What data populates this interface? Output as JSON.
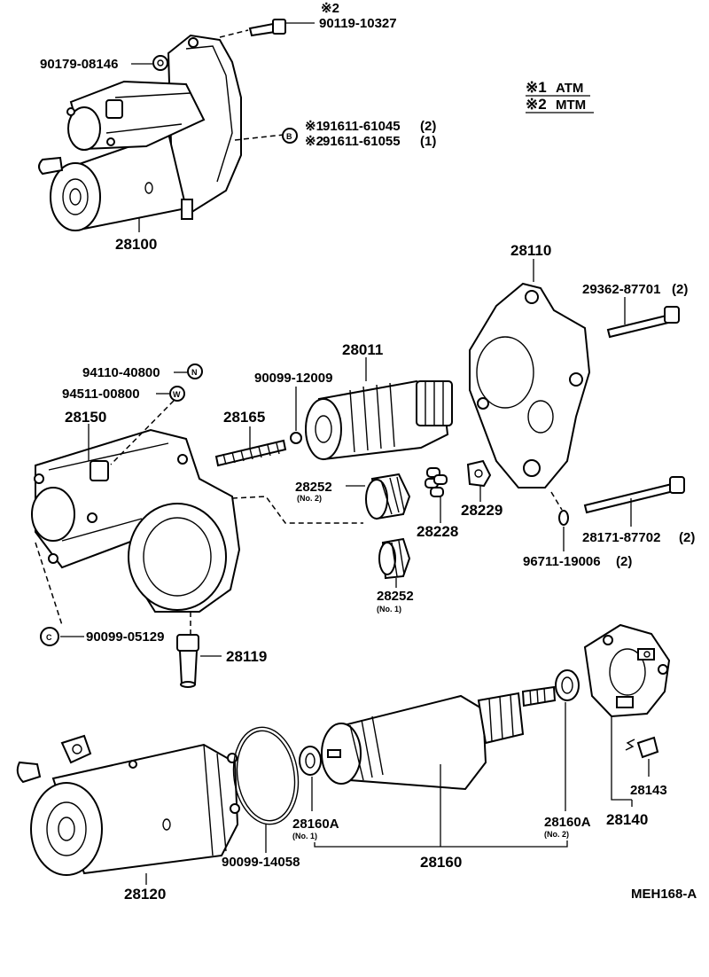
{
  "legend": {
    "items": [
      {
        "mark": "※1",
        "label": "ATM"
      },
      {
        "mark": "※2",
        "label": "MTM"
      }
    ]
  },
  "parts": {
    "p_90119": {
      "mark": "※2",
      "number": "90119-10327"
    },
    "p_90179": {
      "number": "90179-08146"
    },
    "p_91611_1": {
      "mark": "※1",
      "number": "91611-61045",
      "qty": "(2)"
    },
    "p_91611_2": {
      "mark": "※2",
      "number": "91611-61055",
      "qty": "(1)"
    },
    "p_28100": {
      "number": "28100"
    },
    "p_28110": {
      "number": "28110"
    },
    "p_29362": {
      "number": "29362-87701",
      "qty": "(2)"
    },
    "p_28011": {
      "number": "28011"
    },
    "p_94110": {
      "number": "94110-40800"
    },
    "p_94511": {
      "number": "94511-00800"
    },
    "p_90099_12009": {
      "number": "90099-12009"
    },
    "p_28150": {
      "number": "28150"
    },
    "p_28165": {
      "number": "28165"
    },
    "p_28252_2": {
      "number": "28252",
      "note": "(No. 2)"
    },
    "p_28229": {
      "number": "28229"
    },
    "p_28228": {
      "number": "28228"
    },
    "p_28171": {
      "number": "28171-87702",
      "qty": "(2)"
    },
    "p_96711": {
      "number": "96711-19006",
      "qty": "(2)"
    },
    "p_28252_1": {
      "number": "28252",
      "note": "(No. 1)"
    },
    "p_90099_05129": {
      "number": "90099-05129"
    },
    "p_28119": {
      "number": "28119"
    },
    "p_28143": {
      "number": "28143"
    },
    "p_28140": {
      "number": "28140"
    },
    "p_28160a_1": {
      "number": "28160A",
      "note": "(No. 1)"
    },
    "p_28160a_2": {
      "number": "28160A",
      "note": "(No. 2)"
    },
    "p_90099_14058": {
      "number": "90099-14058"
    },
    "p_28160": {
      "number": "28160"
    },
    "p_28120": {
      "number": "28120"
    }
  },
  "callout_letters": {
    "n": "N",
    "w": "W",
    "b": "B",
    "c": "C"
  },
  "diagram_code": "MEH168-A"
}
